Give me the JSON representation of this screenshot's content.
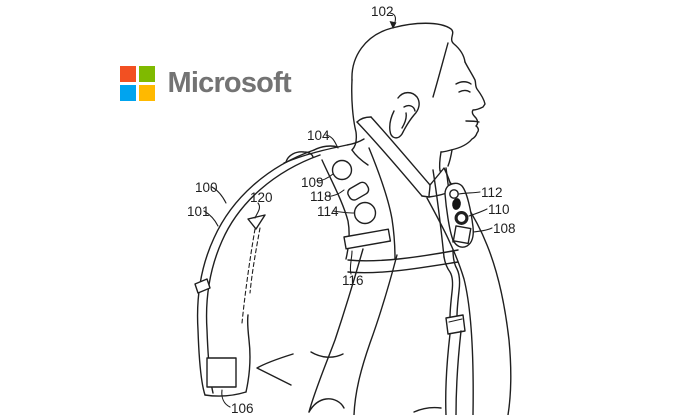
{
  "page": {
    "background_color": "#ffffff"
  },
  "logo": {
    "text": "Microsoft",
    "text_color": "#737373",
    "squares": [
      {
        "name": "top-left",
        "color": "#F25022"
      },
      {
        "name": "top-right",
        "color": "#7FBA00"
      },
      {
        "name": "bottom-left",
        "color": "#00A4EF"
      },
      {
        "name": "bottom-right",
        "color": "#FFB900"
      }
    ]
  },
  "figure": {
    "kind": "patent line drawing",
    "description": "Side profile of a man wearing a backpack; numbered reference callouts point to the backpack and to sensor components on the straps.",
    "line_color": "#1f1f1f",
    "labels": {
      "n100": "100",
      "n101": "101",
      "n102": "102",
      "n104": "104",
      "n106": "106",
      "n108": "108",
      "n109": "109",
      "n110": "110",
      "n112": "112",
      "n114": "114",
      "n116": "116",
      "n118": "118",
      "n120": "120"
    },
    "components": {
      "n100": "backpack outer edge",
      "n101": "backpack body panel",
      "n102": "wearer's head",
      "n104": "shoulder strap top",
      "n106": "diagonal-hatched patch on lower backpack",
      "n108": "striped rectangular module on chest strap",
      "n110": "ring-shaped module on chest strap",
      "n112": "small stippled button on chest strap",
      "n114": "stippled circular sensor on shoulder strap",
      "n116": "cross-hatched band on shoulder strap",
      "n118": "stippled patch on shoulder strap",
      "n120": "dashed seam line on backpack"
    }
  }
}
